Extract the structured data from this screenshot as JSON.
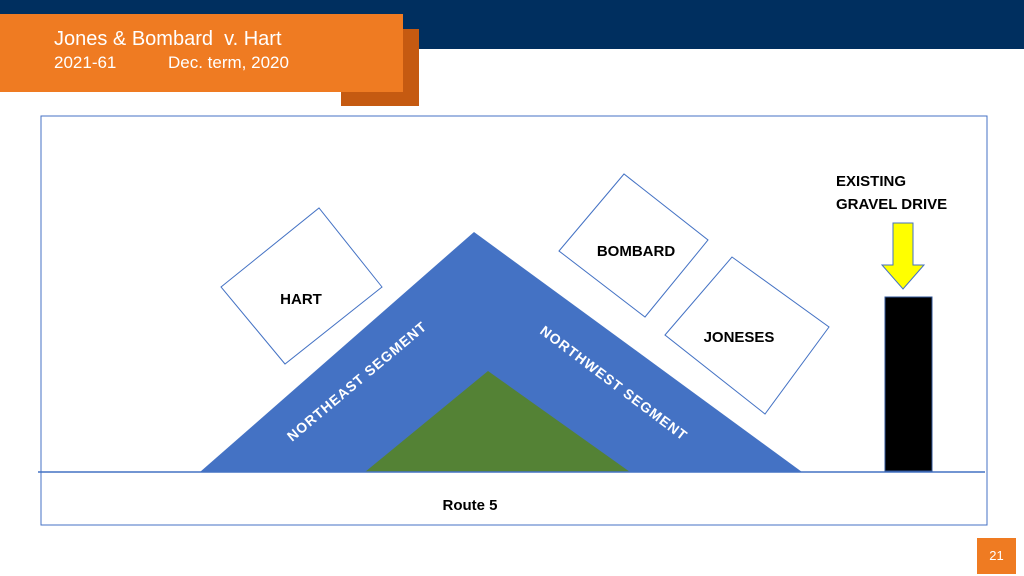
{
  "header": {
    "case_title": "Jones & Bombard  v. Hart",
    "case_number": "2021-61",
    "term": "Dec. term, 2020"
  },
  "diagram": {
    "lots": {
      "hart": "HART",
      "bombard": "BOMBARD",
      "joneses": "JONESES"
    },
    "segments": {
      "northeast": "NORTHEAST SEGMENT",
      "northwest": "NORTHWEST SEGMENT"
    },
    "gravel_drive_label": [
      "EXISTING",
      "GRAVEL DRIVE"
    ],
    "road_label": "Route 5",
    "colors": {
      "right_of_way": "#4472c4",
      "interior": "#548235",
      "drive": "#000000",
      "arrow": "#ffff00",
      "accent": "#ef7b22",
      "navy": "#002f5f"
    }
  },
  "footer": {
    "page_number": "21"
  }
}
